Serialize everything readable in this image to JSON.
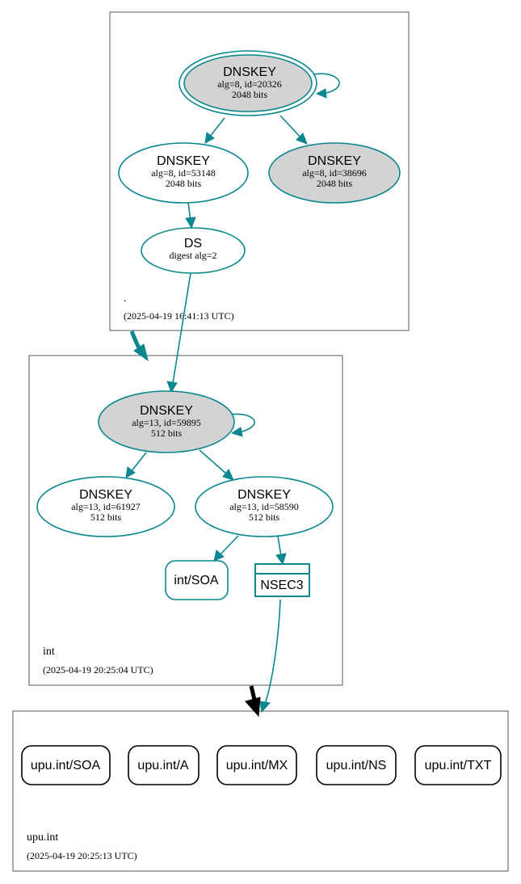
{
  "colors": {
    "teal": "#0a878f",
    "grey_fill": "#d3d3d3",
    "black": "#000000",
    "border": "#555555"
  },
  "zones": {
    "root": {
      "name": ".",
      "timestamp": "(2025-04-19 16:41:13 UTC)",
      "ksk": {
        "title": "DNSKEY",
        "line1": "alg=8, id=20326",
        "line2": "2048 bits"
      },
      "zsk1": {
        "title": "DNSKEY",
        "line1": "alg=8, id=53148",
        "line2": "2048 bits"
      },
      "zsk2": {
        "title": "DNSKEY",
        "line1": "alg=8, id=38696",
        "line2": "2048 bits"
      },
      "ds": {
        "title": "DS",
        "line1": "digest alg=2"
      }
    },
    "int": {
      "name": "int",
      "timestamp": "(2025-04-19 20:25:04 UTC)",
      "ksk": {
        "title": "DNSKEY",
        "line1": "alg=13, id=59895",
        "line2": "512 bits"
      },
      "zsk1": {
        "title": "DNSKEY",
        "line1": "alg=13, id=61927",
        "line2": "512 bits"
      },
      "zsk2": {
        "title": "DNSKEY",
        "line1": "alg=13, id=58590",
        "line2": "512 bits"
      },
      "soa": {
        "label": "int/SOA"
      },
      "nsec3": {
        "label": "NSEC3"
      }
    },
    "upu": {
      "name": "upu.int",
      "timestamp": "(2025-04-19 20:25:13 UTC)",
      "records": [
        "upu.int/SOA",
        "upu.int/A",
        "upu.int/MX",
        "upu.int/NS",
        "upu.int/TXT"
      ]
    }
  }
}
